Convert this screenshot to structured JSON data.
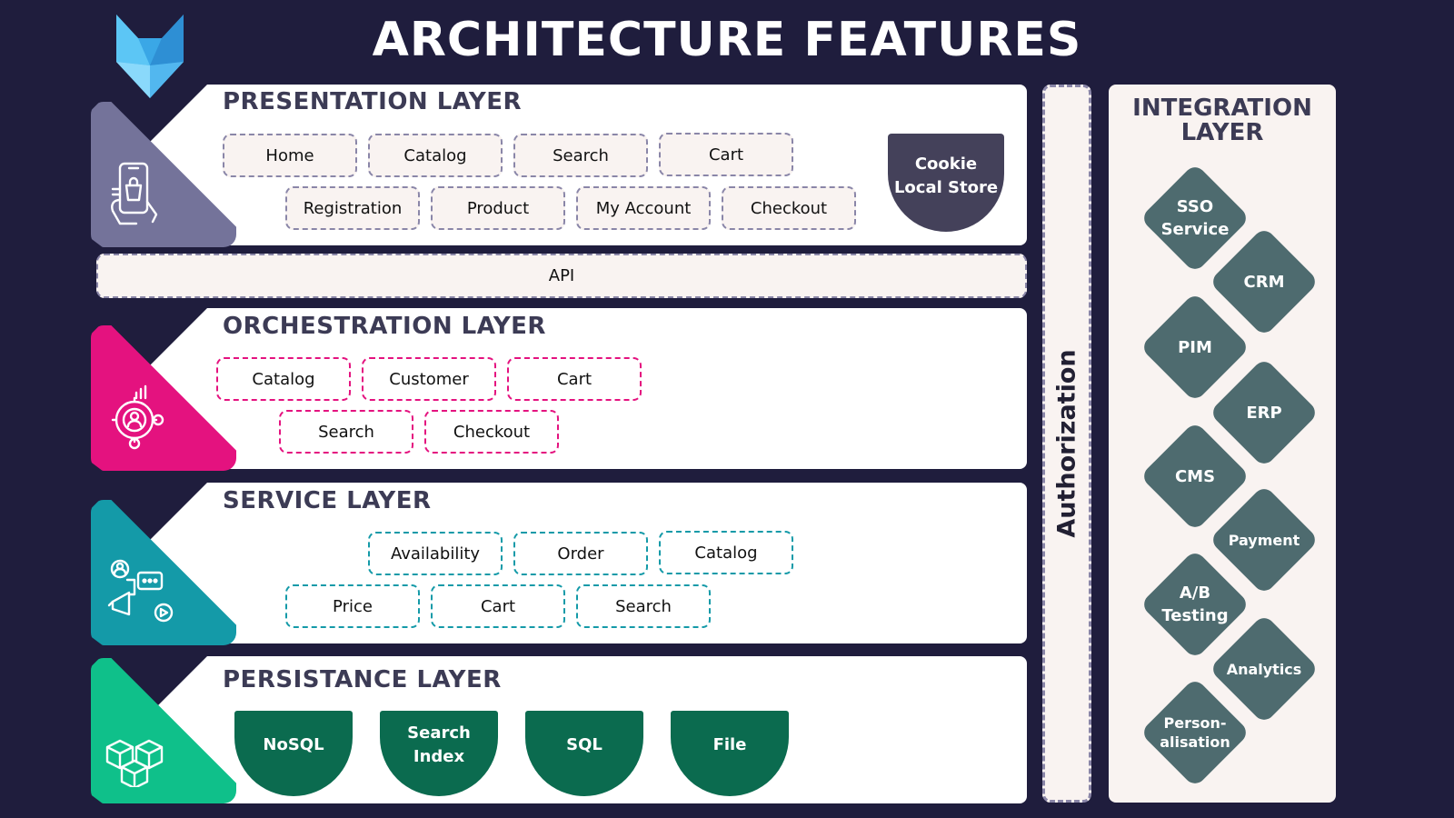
{
  "title": "ARCHITECTURE FEATURES",
  "colors": {
    "background": "#1f1d3d",
    "presentation": "#74739a",
    "orchestration": "#e4127f",
    "service": "#149aa8",
    "persistence": "#0fc08a",
    "database": "#0b6b4f",
    "integration": "#4e6b6f",
    "cookie": "#44415a"
  },
  "presentation": {
    "title": "PRESENTATION LAYER",
    "icon": "mobile-shopping-icon",
    "items": [
      "Home",
      "Catalog",
      "Search",
      "Cart",
      "Registration",
      "Product",
      "My Account",
      "Checkout"
    ],
    "cookie": [
      "Cookie",
      "Local Store"
    ]
  },
  "api": {
    "label": "API"
  },
  "orchestration": {
    "title": "ORCHESTRATION LAYER",
    "icon": "gear-process-icon",
    "items": [
      "Catalog",
      "Customer",
      "Cart",
      "Search",
      "Checkout"
    ]
  },
  "service": {
    "title": "SERVICE LAYER",
    "icon": "customer-service-icon",
    "items": [
      "Availability",
      "Order",
      "Catalog",
      "Price",
      "Cart",
      "Search"
    ]
  },
  "persistence": {
    "title": "PERSISTANCE LAYER",
    "icon": "boxes-icon",
    "stores": [
      [
        "NoSQL"
      ],
      [
        "Search",
        "Index"
      ],
      [
        "SQL"
      ],
      [
        "File"
      ]
    ]
  },
  "authorization": {
    "label": "Authorization"
  },
  "integration": {
    "title": [
      "INTEGRATION",
      "LAYER"
    ],
    "items": [
      [
        "SSO",
        "Service"
      ],
      [
        "CRM"
      ],
      [
        "PIM"
      ],
      [
        "ERP"
      ],
      [
        "CMS"
      ],
      [
        "Payment"
      ],
      [
        "A/B",
        "Testing"
      ],
      [
        "Analytics"
      ],
      [
        "Person-",
        "alisation"
      ]
    ]
  }
}
